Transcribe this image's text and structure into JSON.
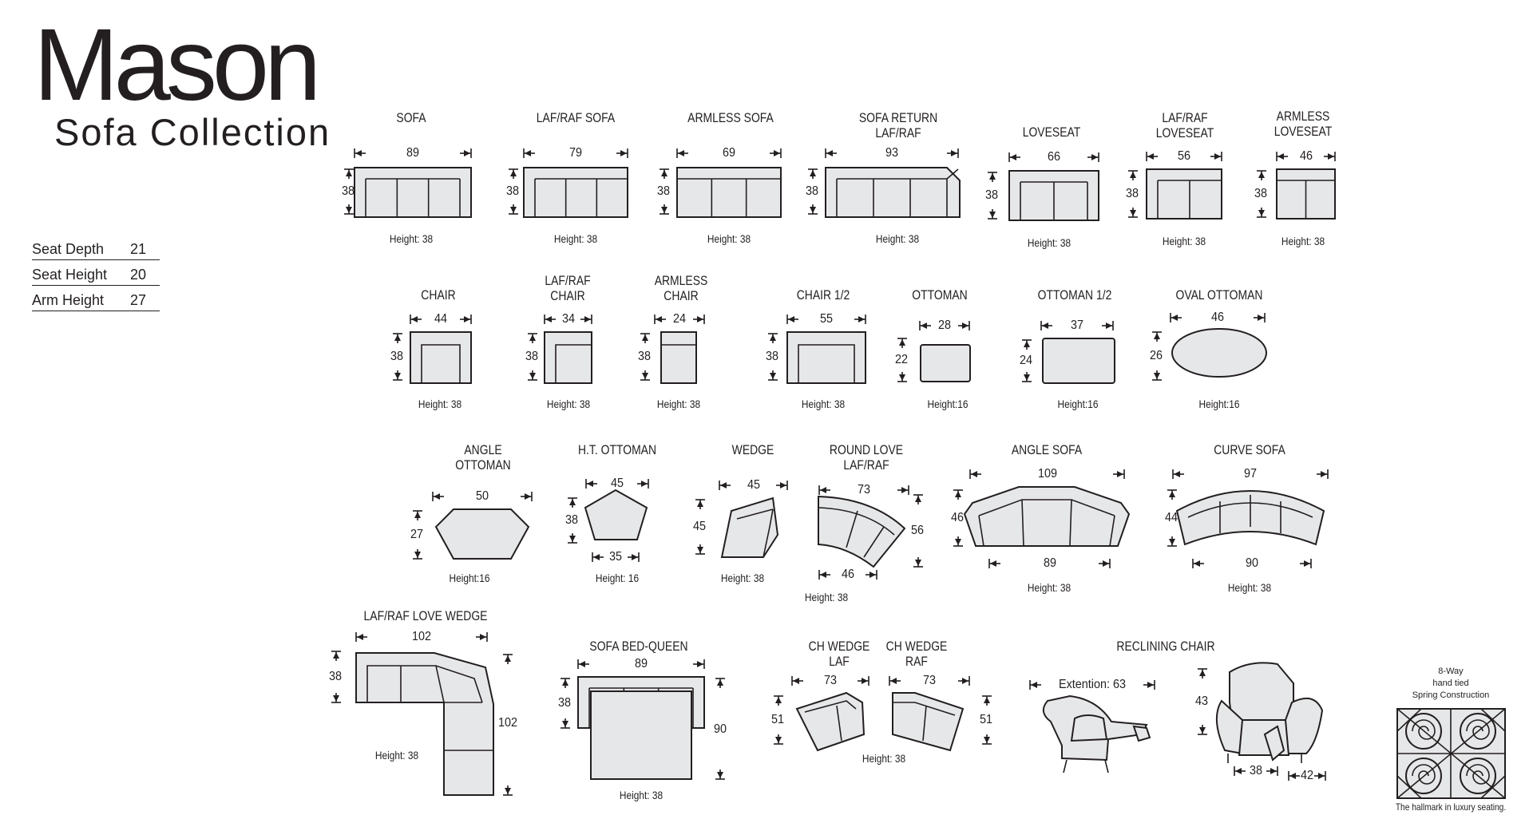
{
  "brand": {
    "title": "Mason",
    "subtitle": "Sofa Collection"
  },
  "specs": [
    {
      "label": "Seat Depth",
      "value": "21"
    },
    {
      "label": "Seat Height",
      "value": "20"
    },
    {
      "label": "Arm Height",
      "value": "27"
    }
  ],
  "items": [
    {
      "key": "sofa",
      "label": "SOFA",
      "width": "89",
      "depth": "38",
      "height": "Height: 38"
    },
    {
      "key": "laf-raf-sofa",
      "label": "LAF/RAF  SOFA",
      "width": "79",
      "depth": "38",
      "height": "Height: 38"
    },
    {
      "key": "armless-sofa",
      "label": "ARMLESS  SOFA",
      "width": "69",
      "depth": "38",
      "height": "Height: 38"
    },
    {
      "key": "sofa-return",
      "label": "SOFA RETURN\nLAF/RAF",
      "width": "93",
      "depth": "38",
      "height": "Height: 38"
    },
    {
      "key": "loveseat",
      "label": "LOVESEAT",
      "width": "66",
      "depth": "38",
      "height": "Height: 38"
    },
    {
      "key": "laf-raf-loveseat",
      "label": "LAF/RAF\nLOVESEAT",
      "width": "56",
      "depth": "38",
      "height": "Height: 38"
    },
    {
      "key": "armless-loveseat",
      "label": "ARMLESS\nLOVESEAT",
      "width": "46",
      "depth": "38",
      "height": "Height: 38"
    },
    {
      "key": "chair",
      "label": "CHAIR",
      "width": "44",
      "depth": "38",
      "height": "Height: 38"
    },
    {
      "key": "laf-raf-chair",
      "label": "LAF/RAF\nCHAIR",
      "width": "34",
      "depth": "38",
      "height": "Height: 38"
    },
    {
      "key": "armless-chair",
      "label": "ARMLESS\nCHAIR",
      "width": "24",
      "depth": "38",
      "height": "Height: 38"
    },
    {
      "key": "chair-half",
      "label": "CHAIR 1/2",
      "width": "55",
      "depth": "38",
      "height": "Height: 38"
    },
    {
      "key": "ottoman",
      "label": "OTTOMAN",
      "width": "28",
      "depth": "22",
      "height": "Height:16"
    },
    {
      "key": "ottoman-half",
      "label": "OTTOMAN 1/2",
      "width": "37",
      "depth": "24",
      "height": "Height:16"
    },
    {
      "key": "oval-ottoman",
      "label": "OVAL OTTOMAN",
      "width": "46",
      "depth": "26",
      "height": "Height:16"
    },
    {
      "key": "angle-ottoman",
      "label": "ANGLE\nOTTOMAN",
      "width": "50",
      "depth": "27",
      "height": "Height:16"
    },
    {
      "key": "ht-ottoman",
      "label": "H.T. OTTOMAN",
      "width": "45",
      "width2": "35",
      "depth": "38",
      "height": "Height: 16"
    },
    {
      "key": "wedge",
      "label": "WEDGE",
      "width": "45",
      "depth": "45",
      "height": "Height: 38"
    },
    {
      "key": "round-love",
      "label": "ROUND LOVE\nLAF/RAF",
      "width": "73",
      "width2": "46",
      "depth": "56",
      "height": "Height: 38"
    },
    {
      "key": "angle-sofa",
      "label": "ANGLE SOFA",
      "width": "109",
      "width2": "89",
      "depth": "46",
      "height": "Height: 38"
    },
    {
      "key": "curve-sofa",
      "label": "CURVE SOFA",
      "width": "97",
      "width2": "90",
      "depth": "44",
      "height": "Height: 38"
    },
    {
      "key": "love-wedge",
      "label": "LAF/RAF LOVE WEDGE",
      "width": "102",
      "depth": "38",
      "depth2": "102",
      "height": "Height: 38"
    },
    {
      "key": "sofa-bed",
      "label": "SOFA BED-QUEEN",
      "width": "89",
      "depth": "38",
      "depth2": "90",
      "height": "Height: 38"
    },
    {
      "key": "ch-wedge-laf",
      "label": "CH WEDGE\nLAF",
      "width": "73",
      "depth": "51"
    },
    {
      "key": "ch-wedge-raf",
      "label": "CH WEDGE\nRAF",
      "width": "73",
      "depth": "51",
      "height": "Height: 38"
    },
    {
      "key": "reclining-chair",
      "label": "RECLINING CHAIR",
      "extension": "Extention: 63",
      "depth": "43",
      "width": "38",
      "width2": "42"
    }
  ],
  "hallmark": {
    "caption": "8-Way\nhand tied\nSpring Construction",
    "tagline": "The hallmark in luxury seating."
  }
}
